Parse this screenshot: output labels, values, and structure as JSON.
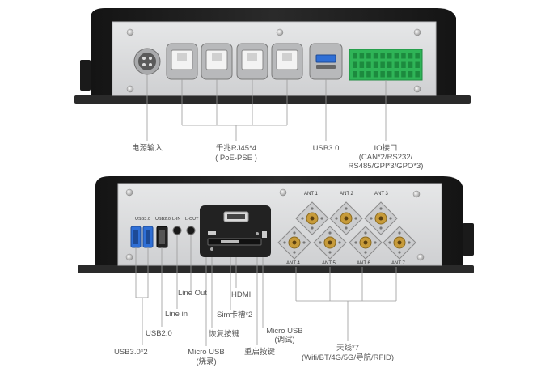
{
  "top_panel": {
    "labels": {
      "power_input": "电源输入",
      "gigabit_rj45_line1": "千兆RJ45*4",
      "gigabit_rj45_line2": "( PoE-PSE )",
      "usb30": "USB3.0",
      "io_line1": "IO接口",
      "io_line2": "(CAN*2/RS232/",
      "io_line3": "RS485/GPI*3/GPO*3)"
    }
  },
  "bottom_panel": {
    "port_marks": {
      "usb30": "USB3.0",
      "usb20": "USB2.0",
      "line_in": "L-IN",
      "line_out": "L-OUT"
    },
    "antenna_marks": [
      "ANT 1",
      "ANT 2",
      "ANT 3",
      "ANT 4",
      "ANT 5",
      "ANT 6",
      "ANT 7"
    ],
    "labels": {
      "usb30x2": "USB3.0*2",
      "usb20": "USB2.0",
      "line_in": "Line in",
      "line_out": "Line Out",
      "micro_usb_flash_line1": "Micro USB",
      "micro_usb_flash_line2": "(烧录)",
      "restore_button": "恢复按键",
      "sim_slot": "Sim卡槽*2",
      "hdmi": "HDMI",
      "reset_button": "重启按键",
      "micro_usb_debug_line1": "Micro USB",
      "micro_usb_debug_line2": "(调试)",
      "antenna_line1": "天线*7",
      "antenna_line2": "(Wifi/BT/4G/5G/导航/RFID)"
    }
  },
  "colors": {
    "body_black": "#1f1f1f",
    "panel_silver": "#d9dadb",
    "connector_green": "#2fb457",
    "usb_blue": "#2f6fd6",
    "leader_line": "#9a9a9a"
  }
}
